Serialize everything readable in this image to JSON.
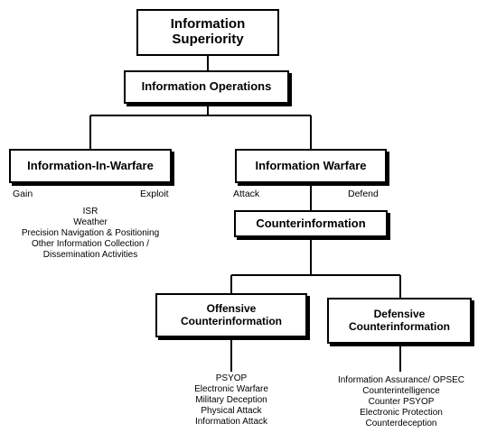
{
  "nodes": {
    "info_superiority": "Information\nSuperiority",
    "info_operations": "Information Operations",
    "info_in_warfare": "Information-In-Warfare",
    "info_warfare": "Information Warfare",
    "counterinformation": "Counterinformation",
    "offensive": "Offensive\nCounterinformation",
    "defensive": "Defensive\nCounterinformation"
  },
  "labels": {
    "gain": "Gain",
    "exploit": "Exploit",
    "attack": "Attack",
    "defend": "Defend"
  },
  "lists": {
    "iiw": [
      "ISR",
      "Weather",
      "Precision Navigation & Positioning",
      "Other Information Collection /",
      "Dissemination Activities"
    ],
    "offensive": [
      "PSYOP",
      "Electronic Warfare",
      "Military Deception",
      "Physical Attack",
      "Information Attack"
    ],
    "defensive": [
      "Information Assurance/ OPSEC",
      "Counterintelligence",
      "Counter PSYOP",
      "Electronic Protection",
      "Counterdeception"
    ]
  }
}
